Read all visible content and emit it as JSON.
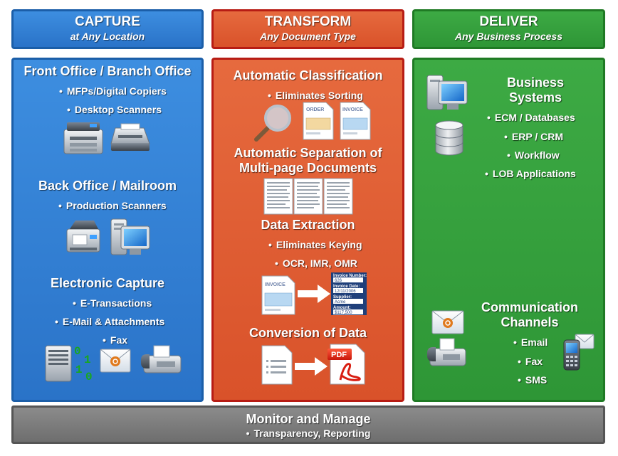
{
  "capture": {
    "title": "CAPTURE",
    "subtitle": "at Any Location",
    "front_office": {
      "heading": "Front Office / Branch Office",
      "bullets": [
        "MFPs/Digital Copiers",
        "Desktop Scanners"
      ]
    },
    "back_office": {
      "heading": "Back Office / Mailroom",
      "bullets": [
        "Production Scanners"
      ]
    },
    "electronic": {
      "heading": "Electronic Capture",
      "bullets": [
        "E-Transactions",
        "E-Mail & Attachments",
        "Fax"
      ],
      "binary_digits": [
        "0",
        "1",
        "1",
        "0"
      ]
    }
  },
  "transform": {
    "title": "TRANSFORM",
    "subtitle": "Any Document Type",
    "classification": {
      "heading": "Automatic Classification",
      "bullets": [
        "Eliminates Sorting"
      ],
      "doc_labels": [
        "ORDER",
        "INVOICE"
      ]
    },
    "separation": {
      "heading_line1": "Automatic Separation of",
      "heading_line2": "Multi-page Documents"
    },
    "extraction": {
      "heading": "Data Extraction",
      "bullets": [
        "Eliminates Keying",
        "OCR, IMR, OMR"
      ],
      "doc_label": "INVOICE",
      "form_labels": [
        "Invoice Number:",
        "Invoice Date:",
        "Supplier:",
        "Amount:"
      ],
      "form_values": [
        "626",
        "12/11/2006",
        "Acme",
        "$117,500"
      ]
    },
    "conversion": {
      "heading": "Conversion of Data",
      "pdf_label": "PDF"
    }
  },
  "deliver": {
    "title": "DELIVER",
    "subtitle": "Any Business Process",
    "business": {
      "heading_line1": "Business",
      "heading_line2": "Systems",
      "bullets": [
        "ECM / Databases",
        "ERP / CRM",
        "Workflow",
        "LOB Applications"
      ]
    },
    "channels": {
      "heading_line1": "Communication",
      "heading_line2": "Channels",
      "bullets": [
        "Email",
        "Fax",
        "SMS"
      ]
    }
  },
  "monitor": {
    "title": "Monitor and Manage",
    "subtitle": "Transparency, Reporting"
  },
  "colors": {
    "capture": "#2f7fd4",
    "transform": "#df5b31",
    "transform_border": "#b71c14",
    "deliver": "#34a03c",
    "monitor": "#7d7d7d"
  },
  "icons": [
    "copier-icon",
    "desktop-scanner-icon",
    "production-scanner-icon",
    "computer-monitor-icon",
    "server-icon",
    "database-icon",
    "email-envelope-icon",
    "fax-machine-icon",
    "mobile-phone-icon",
    "magnifier-icon",
    "document-icon",
    "arrow-right-icon",
    "pdf-icon"
  ]
}
